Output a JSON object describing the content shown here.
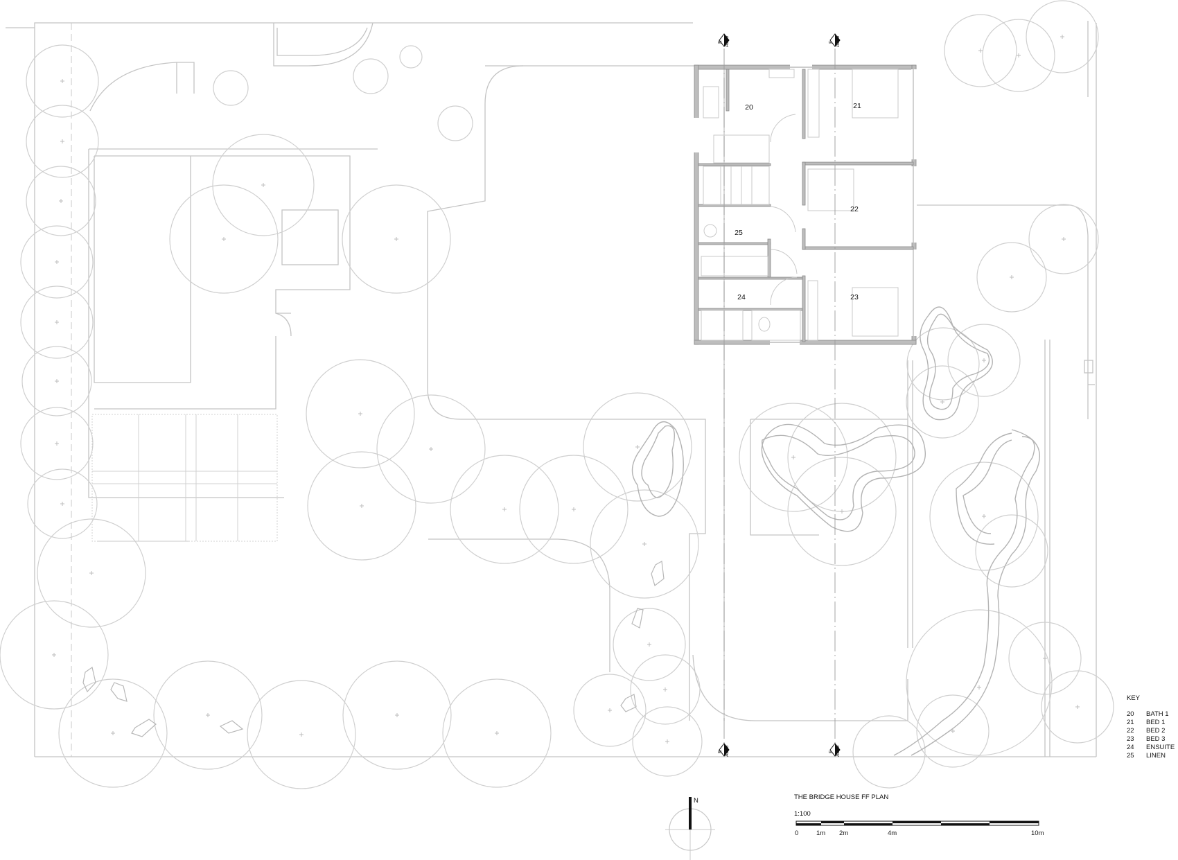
{
  "drawing": {
    "title": "THE BRIDGE HOUSE FF PLAN",
    "scale": "1:100"
  },
  "rooms": [
    {
      "number": "20",
      "name": "BATH 1"
    },
    {
      "number": "21",
      "name": "BED 1"
    },
    {
      "number": "22",
      "name": "BED 2"
    },
    {
      "number": "23",
      "name": "BED 3"
    },
    {
      "number": "24",
      "name": "ENSUITE"
    },
    {
      "number": "25",
      "name": "LINEN"
    }
  ],
  "key": {
    "heading": "KEY"
  },
  "north_arrow": {
    "label": "N"
  },
  "scale_bar": {
    "labels": [
      "0",
      "1m",
      "2m",
      "4m",
      "10m"
    ]
  },
  "section_markers": [
    {
      "letter": "E",
      "sheet": "A300"
    },
    {
      "letter": "F",
      "sheet": "A300"
    },
    {
      "letter": "E",
      "sheet": "A300"
    },
    {
      "letter": "F",
      "sheet": "A300"
    }
  ],
  "colors": {
    "line": "#c4c4c4",
    "tree": "#cfcfcf",
    "wall": "#bdbdbd",
    "text": "#111111"
  }
}
